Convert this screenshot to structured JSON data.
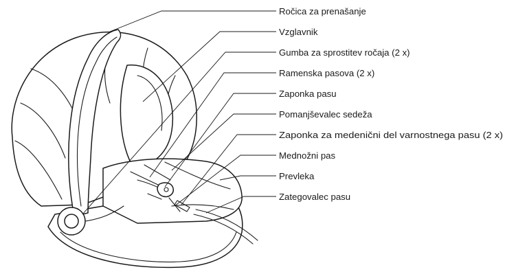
{
  "callouts": [
    {
      "id": "handle",
      "label": "Ročica za prenašanje"
    },
    {
      "id": "headrest",
      "label": "Vzglavnik"
    },
    {
      "id": "handle-release",
      "label": "Gumba za sprostitev ročaja (2 x)"
    },
    {
      "id": "shoulder-straps",
      "label": "Ramenska pasova (2 x)"
    },
    {
      "id": "belt-buckle",
      "label": "Zaponka pasu"
    },
    {
      "id": "seat-reducer",
      "label": "Pomanjševalec sedeža"
    },
    {
      "id": "lap-belt-clip",
      "label": "Zaponka za medenični del varnostnega pasu (2 x)"
    },
    {
      "id": "crotch-strap",
      "label": "Mednožni pas"
    },
    {
      "id": "cover",
      "label": "Prevleka"
    },
    {
      "id": "belt-tensioner",
      "label": "Zategovalec pasu"
    }
  ]
}
